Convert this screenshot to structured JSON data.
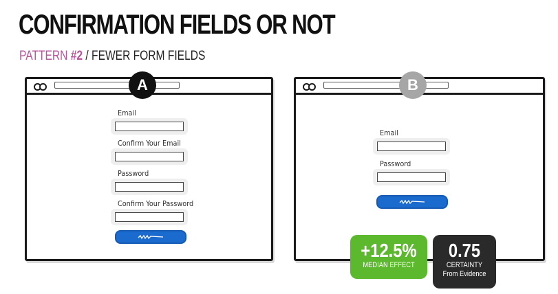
{
  "title": "CONFIRMATION FIELDS OR NOT",
  "subtitle": {
    "pattern": "PATTERN",
    "number": "#2",
    "rest": "/ FEWER FORM FIELDS"
  },
  "variant_a": {
    "badge": "A",
    "fields": [
      {
        "label": "Email"
      },
      {
        "label": "Confirm Your Email"
      },
      {
        "label": "Password"
      },
      {
        "label": "Confirm Your Password"
      }
    ]
  },
  "variant_b": {
    "badge": "B",
    "fields": [
      {
        "label": "Email"
      },
      {
        "label": "Password"
      }
    ]
  },
  "stats": {
    "effect_value": "+12.5%",
    "effect_label": "MEDIAN EFFECT",
    "certainty_value": "0.75",
    "certainty_label": "CERTAINTY",
    "certainty_sub": "From Evidence"
  },
  "colors": {
    "accent_purple": "#b9559a",
    "button_blue": "#1b6bcf",
    "effect_green": "#5cb82c",
    "certainty_dark": "#2a2a2a"
  }
}
